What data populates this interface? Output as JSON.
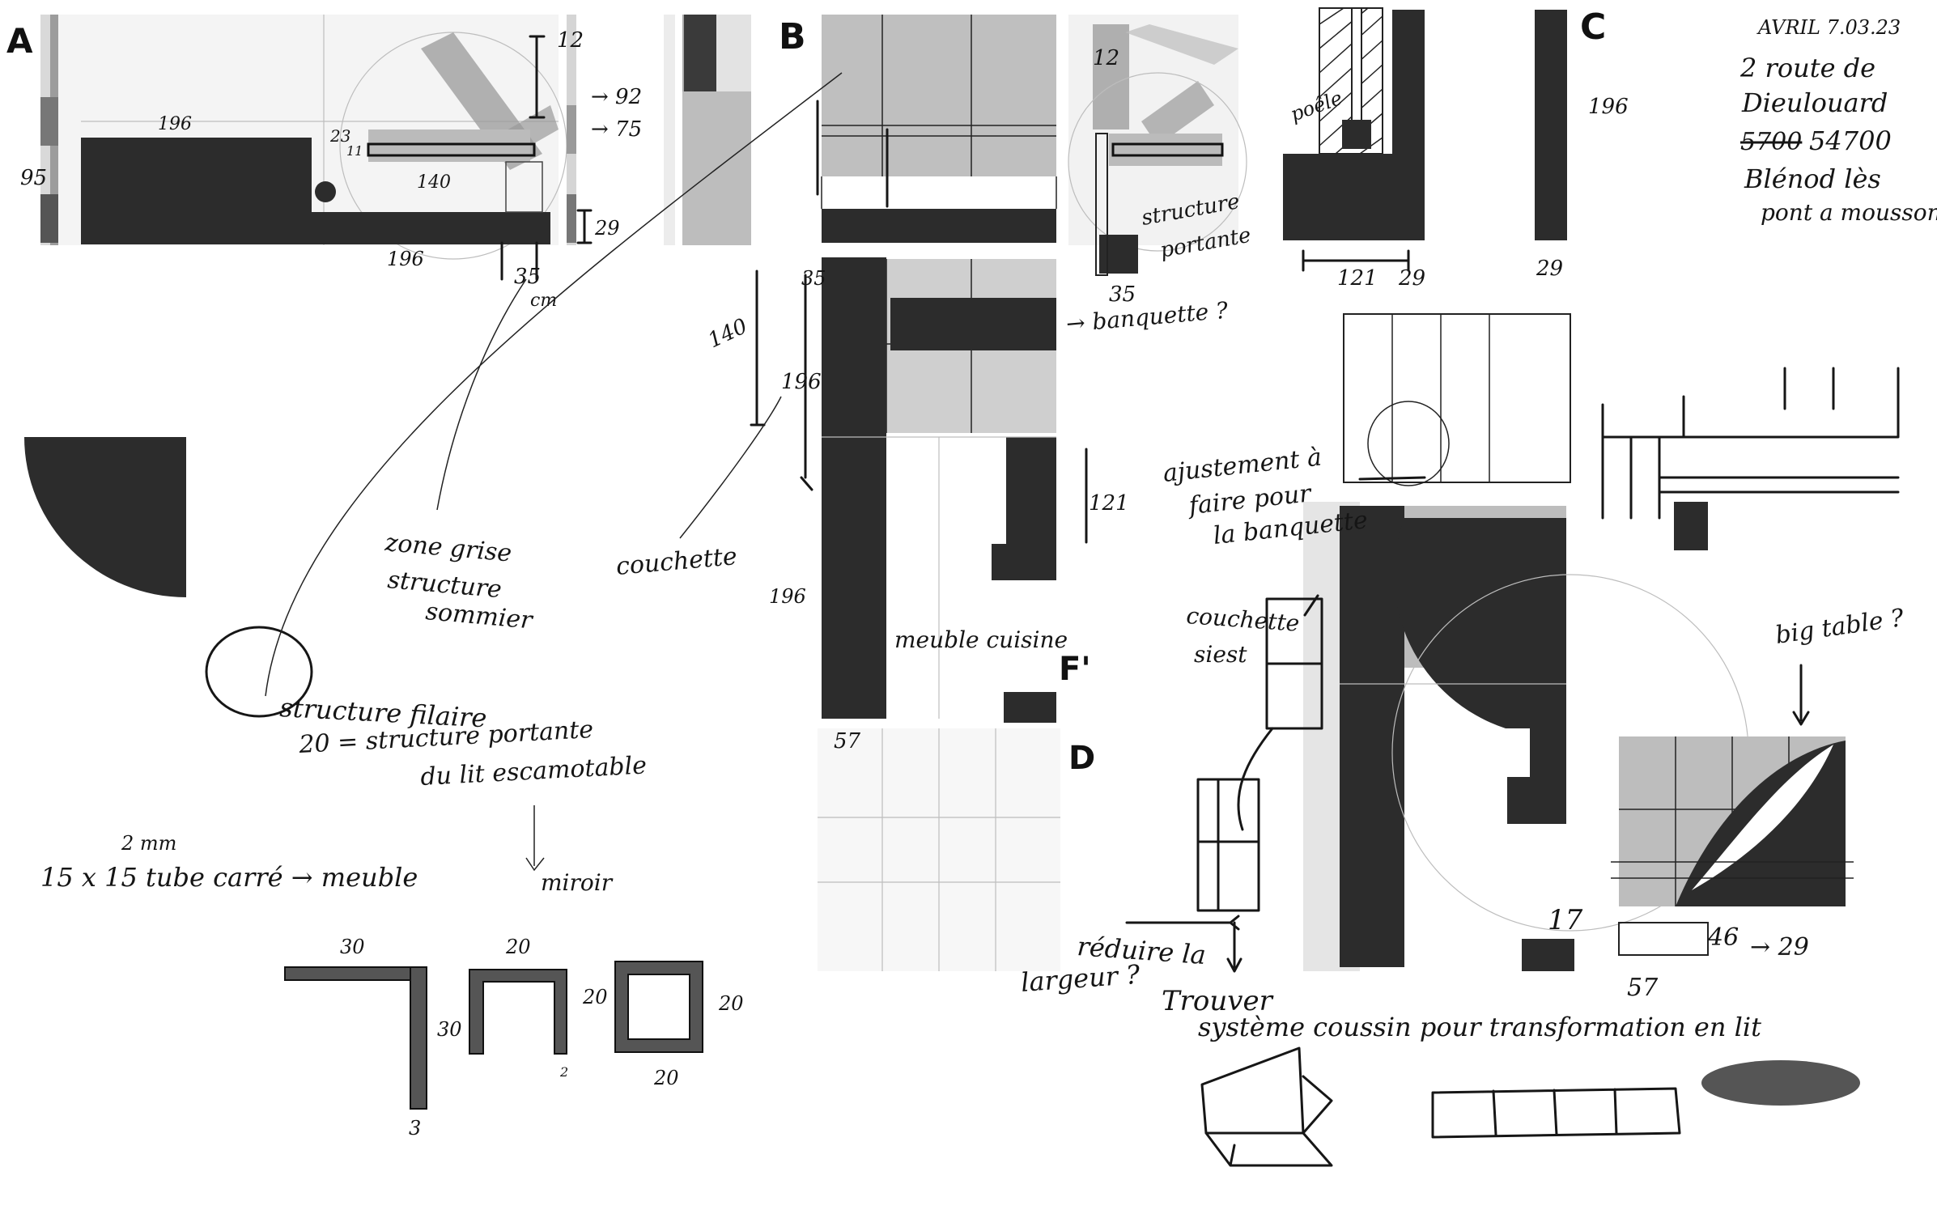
{
  "header": {
    "date": "AVRIL 7.03.23",
    "address_line1": "2 route de",
    "address_line2": "Dieulouard",
    "postcode_old": "5700",
    "postcode_new": "54700",
    "address_line4": "Blénod lès",
    "address_line5": "pont a mousson"
  },
  "section_letters": {
    "a": "A",
    "b": "B",
    "c": "C",
    "d": "D",
    "f": "F'"
  },
  "dimensions": {
    "a_196_top": "196",
    "a_95": "95",
    "a_23": "23",
    "a_11": "11",
    "a_140": "140",
    "a_196_bottom": "196",
    "a_35": "35",
    "a_cm": "cm",
    "a_12": "12",
    "a_92": "→ 92",
    "a_75": "→ 75",
    "a_29": "29",
    "c_12": "12",
    "c_35": "35",
    "c_121": "121",
    "c_29": "29",
    "c_196": "196",
    "c_29b": "29",
    "b_35": "35",
    "b_140": "140",
    "b_196": "196",
    "b_121": "121",
    "b_196b": "196",
    "b_57": "57",
    "d_17": "17",
    "d_46": "46",
    "d_29": "→ 29",
    "d_57": "57"
  },
  "notes": {
    "poele": "poêle",
    "structure_portante": [
      "structure",
      "portante"
    ],
    "banquette": "→ banquette ?",
    "zone_grise": [
      "zone grise",
      "structure",
      "sommier"
    ],
    "couchette": "couchette",
    "meuble_cuisine": "meuble cuisine",
    "structure_filaire": "structure filaire",
    "structure_portante_lit": [
      "20 = structure portante",
      "du lit escamotable"
    ],
    "miroir": "miroir",
    "tube_mm": "2 mm",
    "tube_note": "15 x 15 tube carré → meuble",
    "ajustement": [
      "ajustement à",
      "faire pour",
      "la banquette"
    ],
    "couchette_siest": [
      "couchette",
      "siest"
    ],
    "big_table": "big table ?",
    "reduire": [
      "réduire la",
      "largeur ?"
    ],
    "trouver": [
      "Trouver",
      "système coussin pour transformation en lit"
    ]
  },
  "profiles": {
    "p1_top": "30",
    "p1_side": "30",
    "p1_bottom": "3",
    "p2_top": "20",
    "p2_side": "20",
    "p2_bottom": "2",
    "p3_side": "20",
    "p3_bottom": "20"
  }
}
